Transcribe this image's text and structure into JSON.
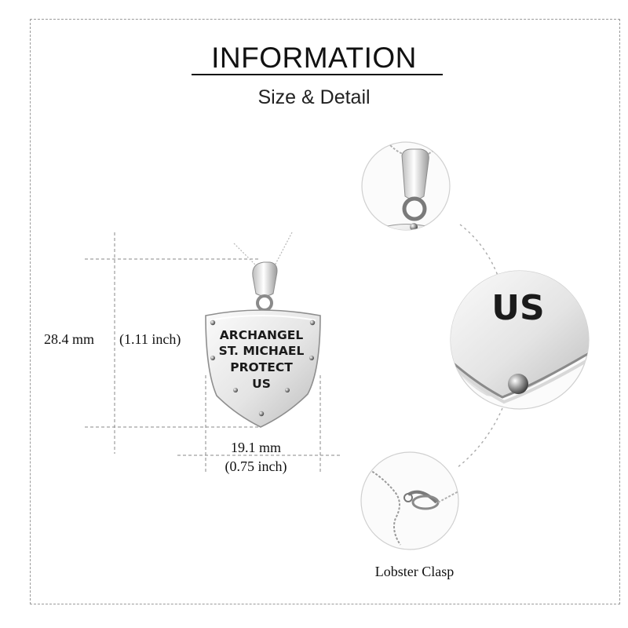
{
  "header": {
    "title": "INFORMATION",
    "subtitle": "Size & Detail"
  },
  "pendant": {
    "engraving_lines": [
      "ARCHANGEL",
      "ST. MICHAEL",
      "PROTECT",
      "US"
    ]
  },
  "dimensions": {
    "height_mm": "28.4 mm",
    "height_inch": "(1.11 inch)",
    "width_mm": "19.1 mm",
    "width_inch": "(0.75 inch)"
  },
  "details": {
    "closeup_text": "US",
    "clasp_label": "Lobster  Clasp"
  },
  "colors": {
    "silver_light": "#f4f4f4",
    "silver_dark": "#9c9c9c",
    "guide_line": "#8a8a8a"
  }
}
